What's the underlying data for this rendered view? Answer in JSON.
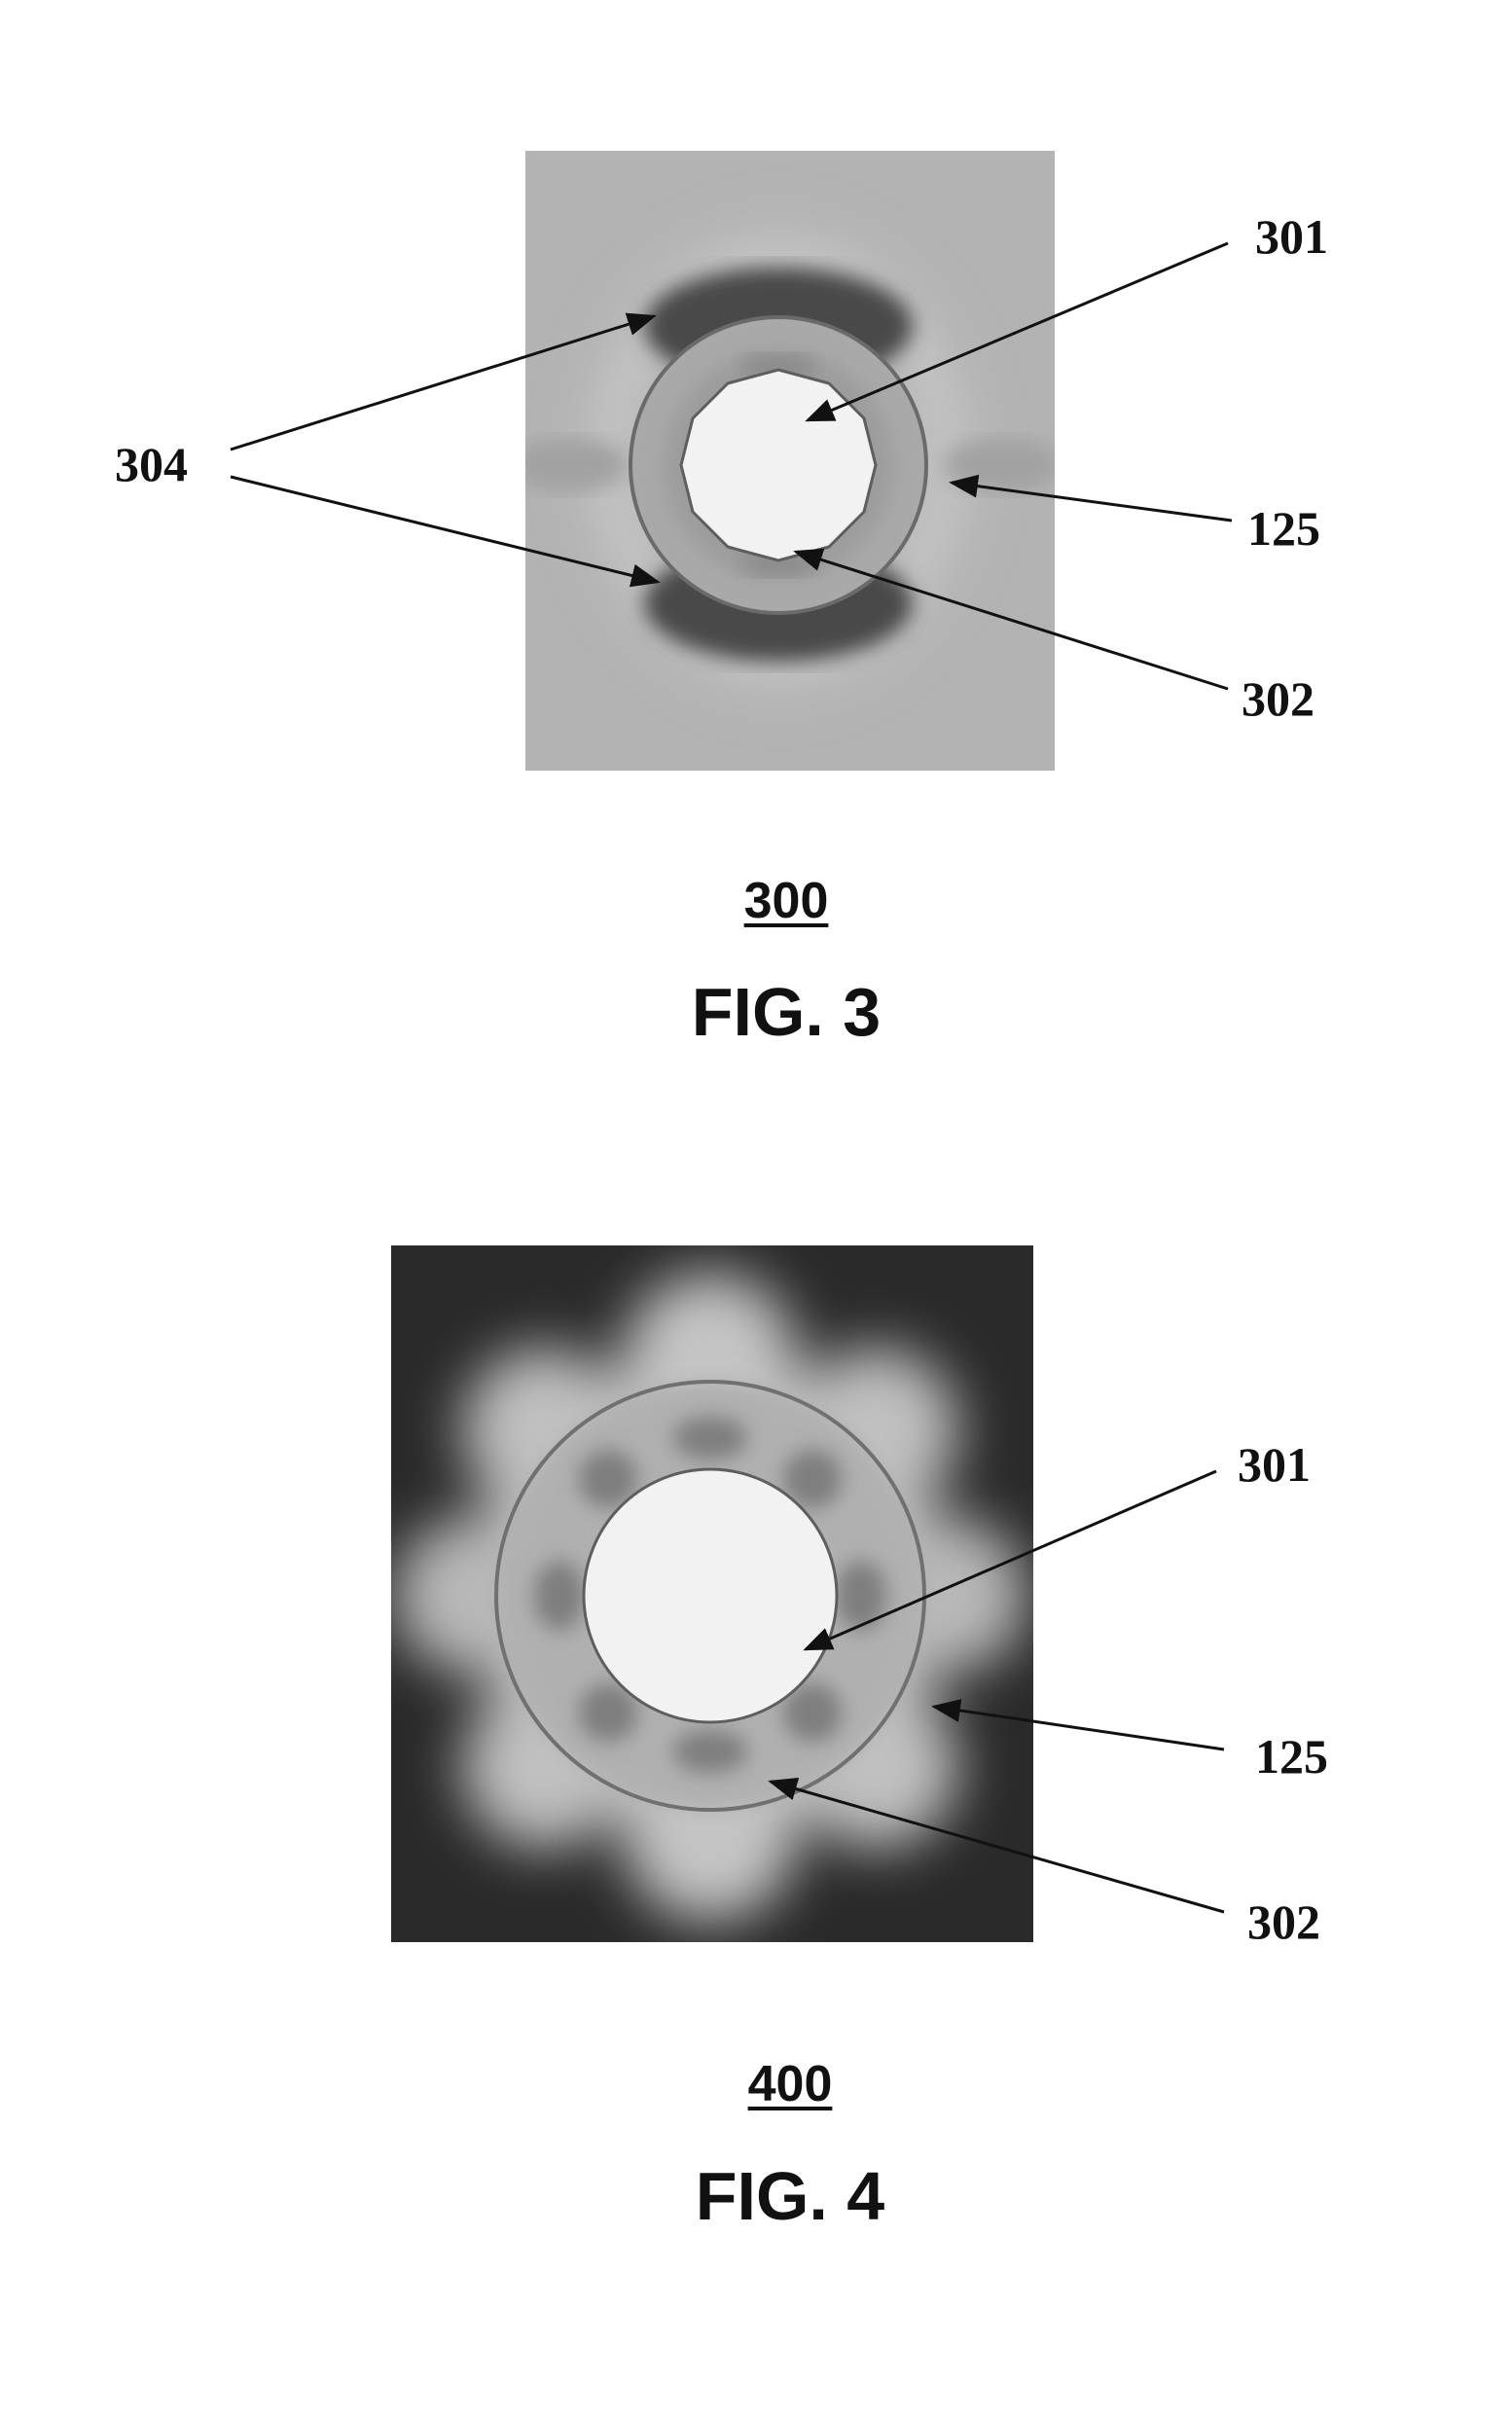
{
  "figure3": {
    "ref_number": "300",
    "caption": "FIG. 3",
    "labels": {
      "a": "301",
      "b": "304",
      "c": "125",
      "d": "302"
    }
  },
  "figure4": {
    "ref_number": "400",
    "caption": "FIG. 4",
    "labels": {
      "a": "301",
      "c": "125",
      "d": "302"
    }
  },
  "colors": {
    "fig3_background": "#b3b3b3",
    "fig4_background": "#2a2a2a",
    "core": "#f2f2f2",
    "ink": "#111111"
  }
}
